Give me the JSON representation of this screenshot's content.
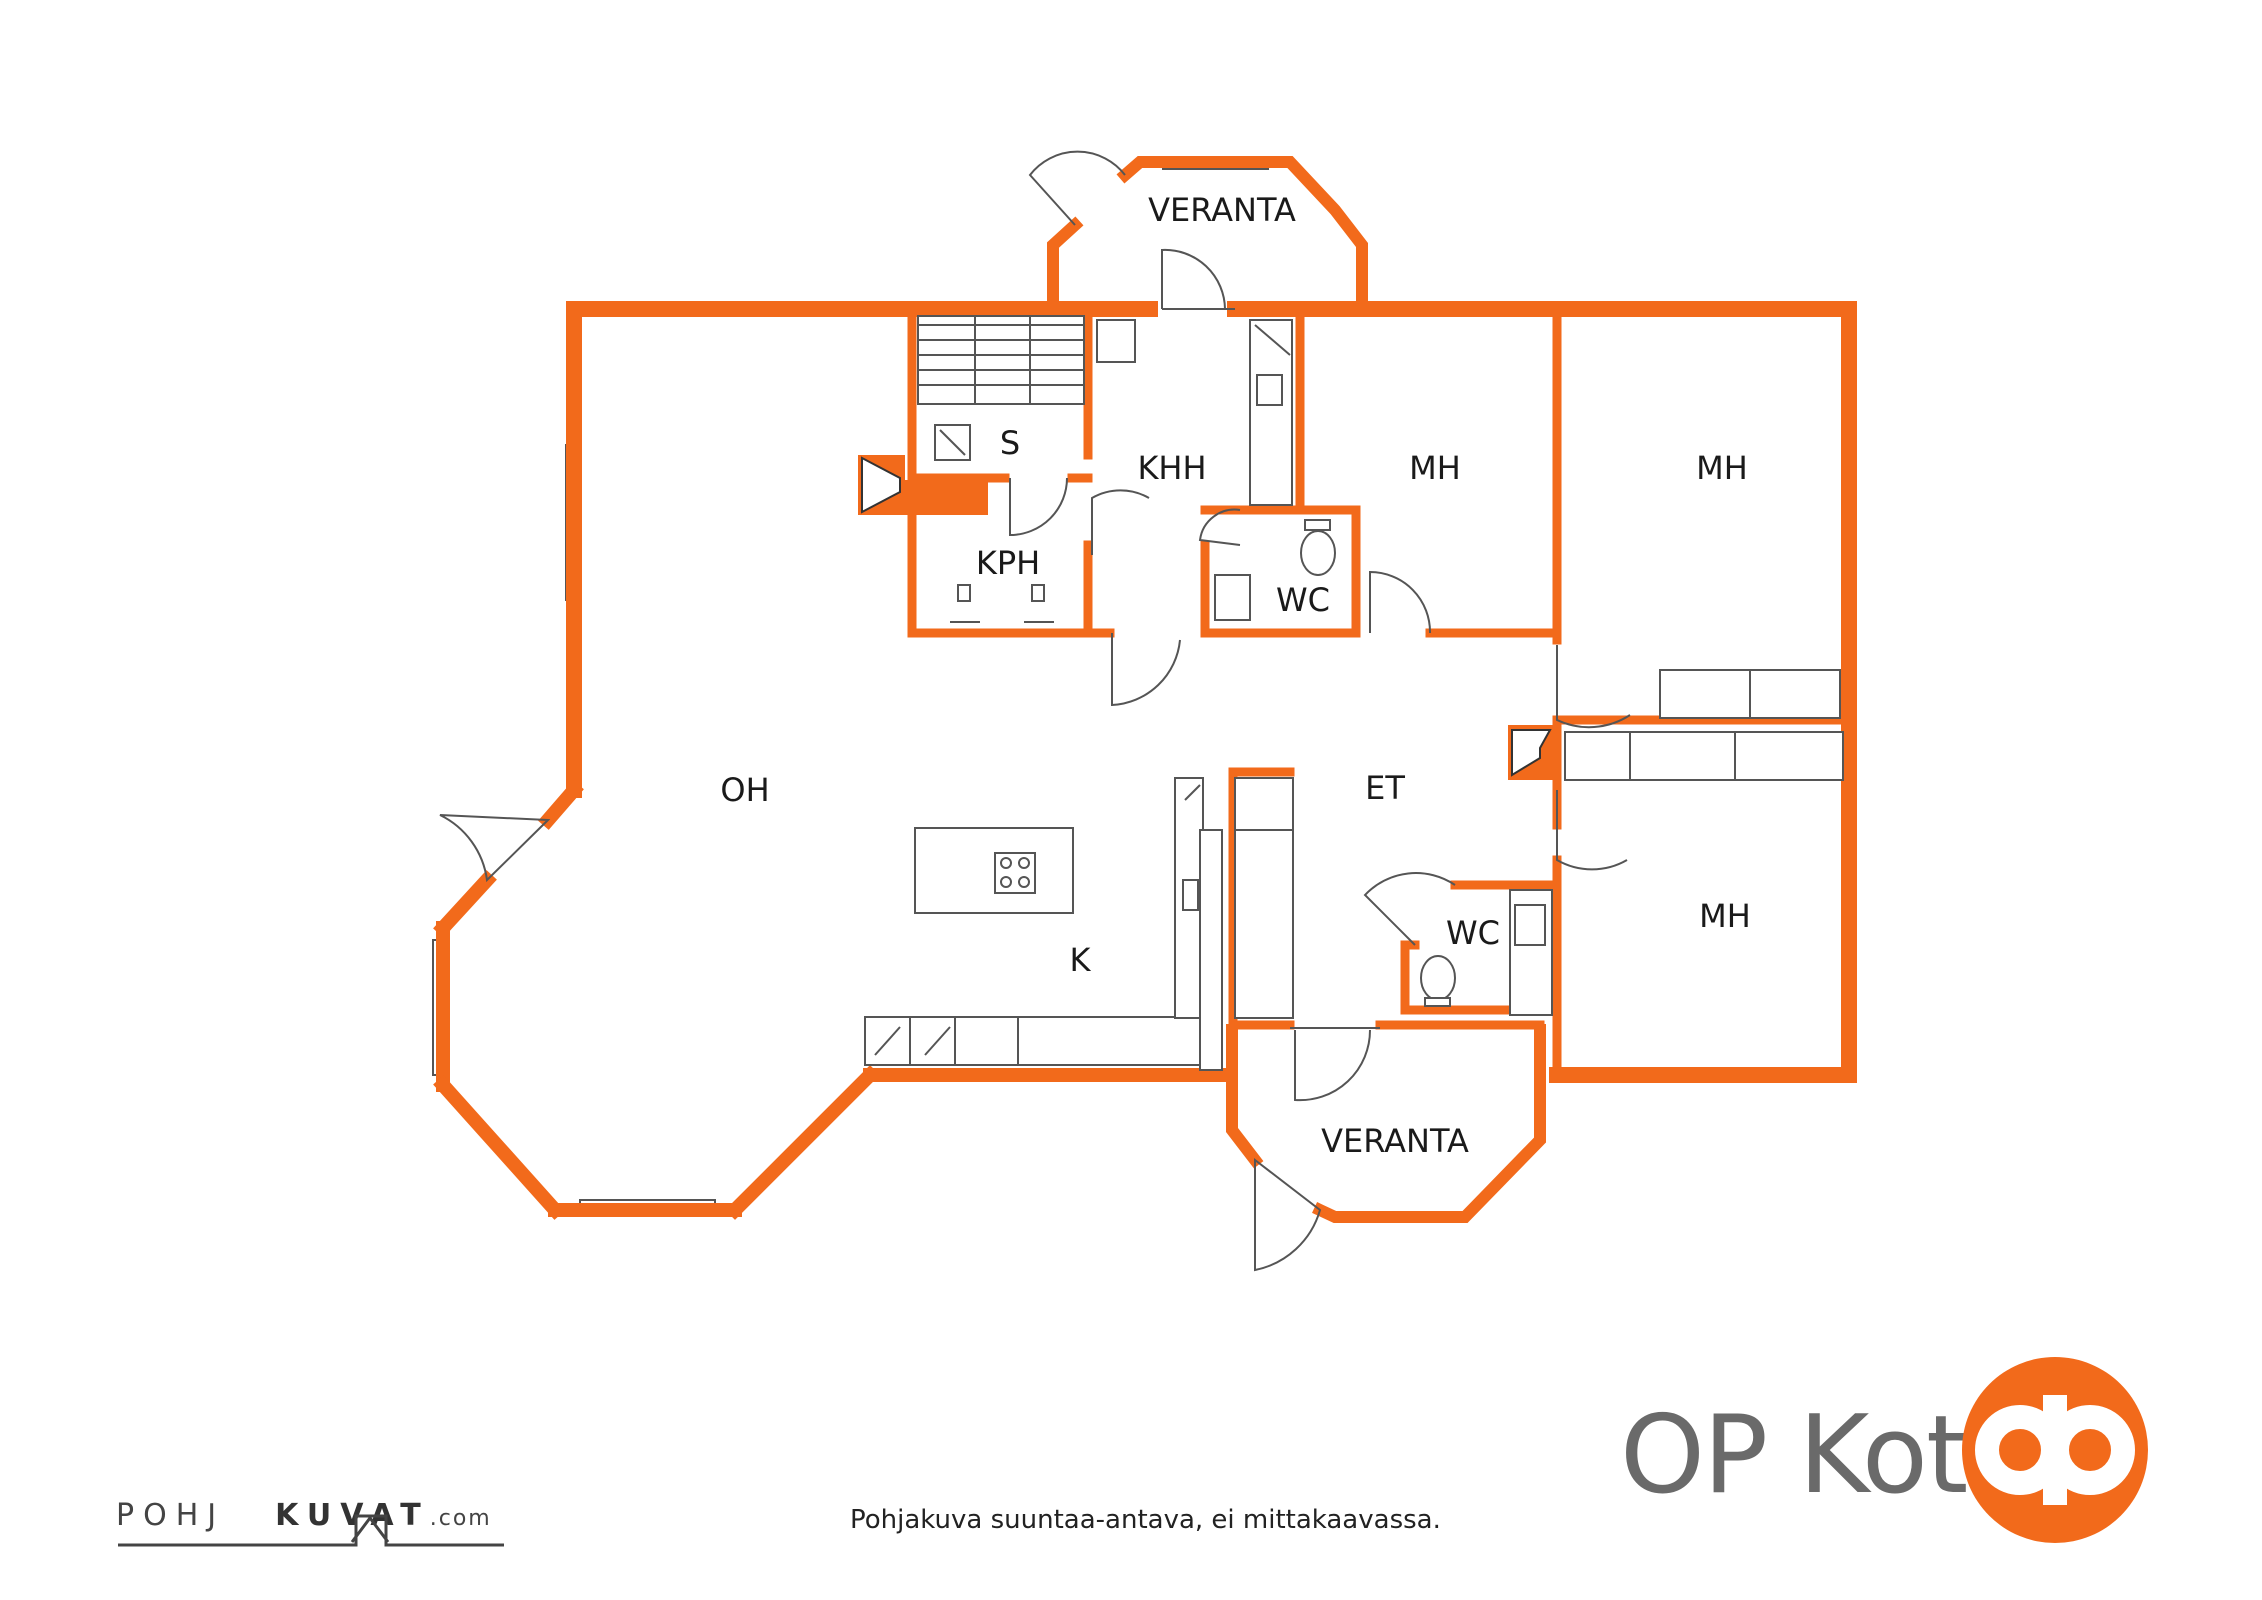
{
  "colors": {
    "wall": "#f26a1b",
    "line": "#555555",
    "brand_orange": "#f26a1b",
    "brand_gray": "#6a6a6a"
  },
  "rooms": {
    "veranta_top": "VERANTA",
    "s": "S",
    "khh": "KHH",
    "mh_1": "MH",
    "mh_2": "MH",
    "kph": "KPH",
    "wc_1": "WC",
    "oh": "OH",
    "et": "ET",
    "k": "K",
    "wc_2": "WC",
    "mh_3": "MH",
    "veranta_bottom": "VERANTA"
  },
  "footer": {
    "caption": "Pohjakuva suuntaa-antava, ei mittakaavassa.",
    "brand": "OP Koti",
    "logo_icon": "op-logo-icon",
    "pohjakuvat_left": "POHJ",
    "pohjakuvat_right": "KUVAT",
    "pohjakuvat_suffix": ".com"
  }
}
